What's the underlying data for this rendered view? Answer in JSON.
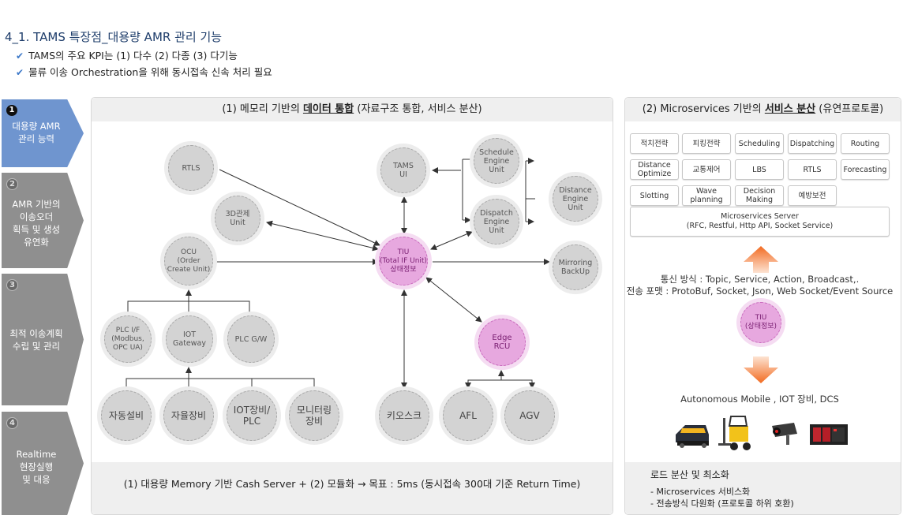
{
  "header": {
    "title": "4_1. TAMS 특장점_대용량 AMR 관리 기능",
    "bullets": [
      "TAMS의 주요 KPI는 (1) 다수 (2) 다종 (3) 다기능",
      "물류 이송 Orchestration을 위해 동시접속 신속 처리 필요"
    ]
  },
  "steps": [
    {
      "num": "1",
      "label": "대용량 AMR\n관리 능력"
    },
    {
      "num": "2",
      "label": "AMR 기반의\n이송오더\n획득 및 생성\n유연화"
    },
    {
      "num": "3",
      "label": "최적 이송계획\n수립 및 관리"
    },
    {
      "num": "4",
      "label": "Realtime\n현장실행\n및 대응"
    }
  ],
  "left_panel": {
    "head_prefix": "(1) 메모리 기반의 ",
    "head_em": "데이터 통합",
    "head_suffix": " (자료구조 통합, 서비스 분산)",
    "nodes": {
      "rtls": "RTLS",
      "tams_ui": "TAMS\nUI",
      "schedule": "Schedule\nEngine\nUnit",
      "distance": "Distance\nEngine\nUnit",
      "dispatch": "Dispatch\nEngine\nUnit",
      "control3d": "3D관제\nUnit",
      "tiu": "TIU\n(Total IF Unit)\n상태정보",
      "ocu": "OCU\n(Order\nCreate Unit)",
      "mirroring": "Mirroring\nBackUp",
      "edge": "Edge\nRCU",
      "plc_if": "PLC I/F\n(Modbus,\nOPC UA)",
      "iot_gw": "IOT\nGateway",
      "plc_gw": "PLC G/W",
      "auto_equip": "자동설비",
      "self_equip": "자율장비",
      "iot_equip": "IOT장비/\nPLC",
      "monitor": "모니터링\n장비",
      "kiosk": "키오스크",
      "afl": "AFL",
      "agv": "AGV"
    },
    "footer": "(1) 대용량 Memory 기반 Cash Server + (2) 모듈화  →  목표 : 5ms (동시접속 300대 기준 Return Time)"
  },
  "right_panel": {
    "head_prefix": "(2) Microservices 기반의 ",
    "head_em": "서비스 분산",
    "head_suffix": " (유연프로토콜)",
    "services": [
      [
        "적치전략",
        "피킹전략",
        "Scheduling",
        "Dispatching",
        "Routing"
      ],
      [
        "Distance\nOptimize",
        "교통제어",
        "LBS",
        "RTLS",
        "Forecasting"
      ],
      [
        "Slotting",
        "Wave\nplanning",
        "Decision\nMaking",
        "예방보전"
      ]
    ],
    "server_title": "Microservices Server",
    "server_sub": "(RFC, Restful, Http API, Socket Service)",
    "comm_method": "통신 방식 : Topic, Service, Action, Broadcast,.",
    "transfer_format": "전송 포맷 : ProtoBuf, Socket, Json, Web Socket/Event Source",
    "tiu": "TIU\n(상태정보)",
    "devices": "Autonomous Mobile , IOT 장비, DCS",
    "device_icons": [
      "robot-icon",
      "forklift-icon",
      "camera-icon",
      "plc-icon"
    ],
    "footer_title": "로드 분산 및 최소화",
    "footer_items": [
      "- Microservices 서비스화",
      "- 전송방식 다원화 (프로토콜 하위 호환)"
    ]
  },
  "colors": {
    "title": "#1d3c6a",
    "step_active": "#6f95cf",
    "step": "#8f8f8f",
    "pink_node": "#e7a8df",
    "arrow_orange": "#f26b21"
  }
}
